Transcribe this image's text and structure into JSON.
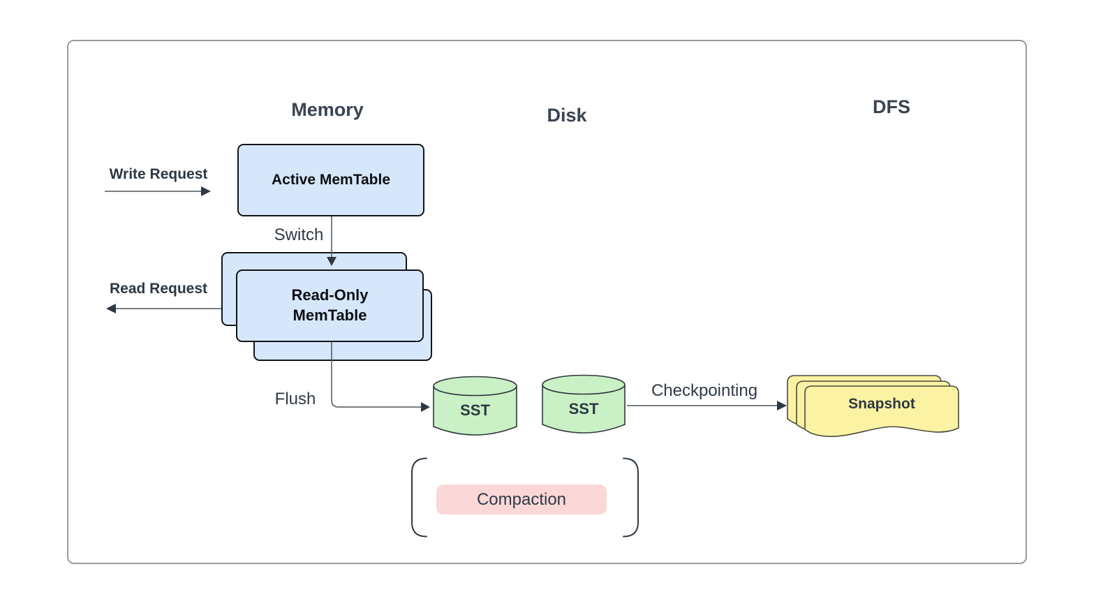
{
  "headers": {
    "memory": "Memory",
    "disk": "Disk",
    "dfs": "DFS"
  },
  "nodes": {
    "active_memtable": {
      "label": "Active MemTable",
      "fill": "#d7e7fb",
      "border": "#101318"
    },
    "readonly_memtable": {
      "label": "Read-Only MemTable",
      "label_line1": "Read-Only",
      "label_line2": "MemTable",
      "fill": "#d7e7fb",
      "border": "#101318",
      "stack_count": 3
    },
    "sst_flushed": {
      "label": "SST",
      "fill": "#c9f1c5",
      "border": "#2e363c"
    },
    "sst_disk": {
      "label": "SST",
      "fill": "#c9f1c5",
      "border": "#2e363c"
    },
    "snapshot": {
      "label": "Snapshot",
      "fill": "#fbf3a3",
      "border": "#4a4a40",
      "stack_count": 3
    },
    "compaction": {
      "label": "Compaction",
      "fill": "#fbd7d8"
    }
  },
  "edges": {
    "write_request": {
      "label": "Write Request"
    },
    "switch": {
      "label": "Switch"
    },
    "read_request": {
      "label": "Read Request"
    },
    "flush": {
      "label": "Flush"
    },
    "checkpointing": {
      "label": "Checkpointing"
    }
  },
  "colors": {
    "connector": "#4d545c",
    "arrowhead": "#2d3843",
    "heading_text": "#3a4350",
    "label_text": "#2f3a46",
    "frame_border": "#949aa0",
    "background": "#ffffff"
  }
}
